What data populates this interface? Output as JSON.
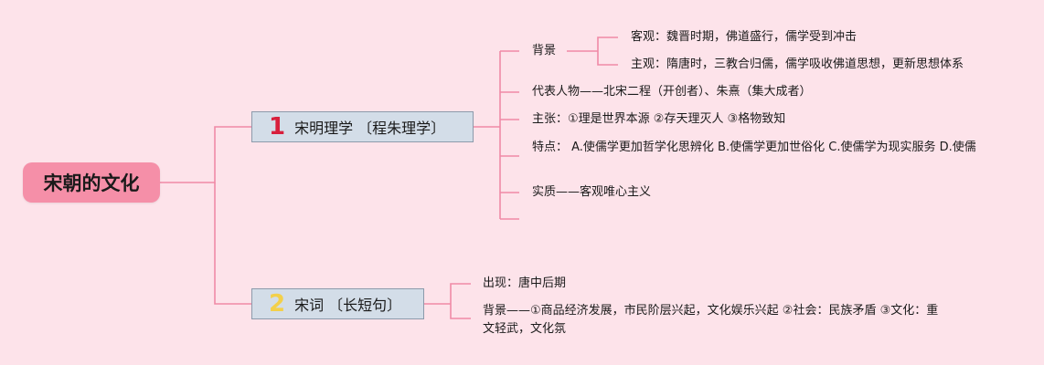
{
  "root": "宋朝的文化",
  "branches": [
    {
      "num": "1",
      "title": "宋明理学 〔程朱理学〕",
      "items": [
        {
          "label": "背景",
          "children": [
            "客观：魏晋时期，佛道盛行，儒学受到冲击",
            "主观：隋唐时，三教合归儒，儒学吸收佛道思想，更新思想体系"
          ]
        },
        {
          "label": "代表人物——北宋二程（开创者）、朱熹（集大成者）"
        },
        {
          "label": "主张：①理是世界本源 ②存天理灭人 ③格物致知"
        },
        {
          "label": "特点： A.使儒学更加哲学化思辨化 B.使儒学更加世俗化 C.使儒学为现实服务 D.使儒"
        },
        {
          "label": "实质——客观唯心主义"
        }
      ]
    },
    {
      "num": "2",
      "title": "宋词 〔长短句〕",
      "items": [
        {
          "label": "出现：唐中后期"
        },
        {
          "label": "背景——①商品经济发展，市民阶层兴起，文化娱乐兴起 ②社会：民族矛盾 ③文化：重文轻武，文化氛"
        }
      ]
    }
  ],
  "colors": {
    "line": "#f08aa6",
    "root_bg": "#f58fa8",
    "branch_bg": "#d3dde8",
    "num1": "#d81f3c",
    "num2": "#f3d04a"
  }
}
